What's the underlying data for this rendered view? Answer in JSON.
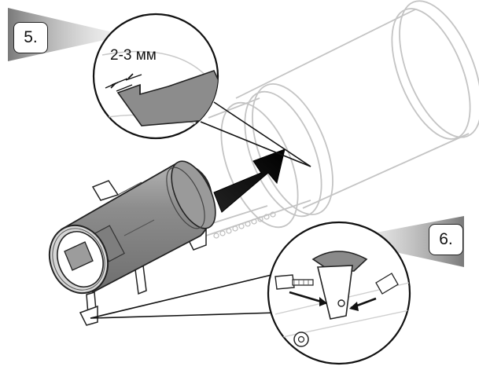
{
  "steps": {
    "step5": "5.",
    "step6": "6."
  },
  "detail_5": {
    "dimension_label": "2-3 мм"
  },
  "colors": {
    "outline": "#222222",
    "ghost": "#c8c8c8",
    "insert_fill": "#8a8a8a",
    "arrow": "#111111",
    "wedge": "#9a9a9a"
  }
}
